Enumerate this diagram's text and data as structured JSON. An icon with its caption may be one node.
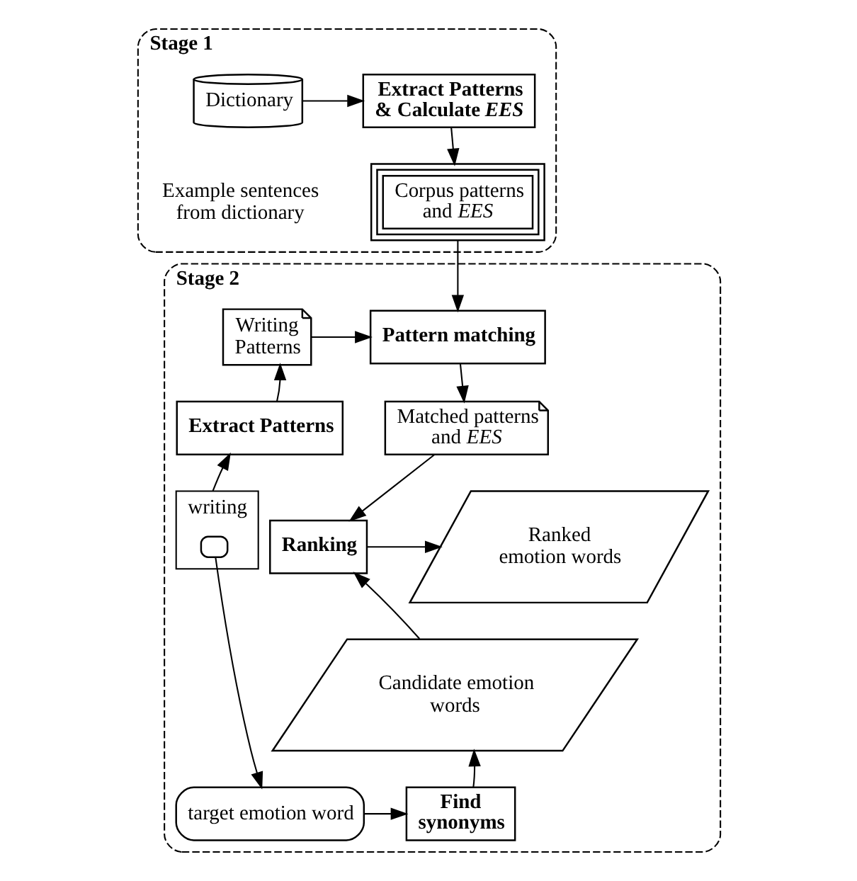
{
  "diagram": {
    "nodes": [
      {
        "text": [
          "Stage 1"
        ]
      },
      {
        "text": [
          "Dictionary"
        ],
        "beside": [
          "Example sentences from dictionary"
        ],
        "in": 0
      },
      {
        "text": [
          "Extract Patterns & Calculate *EES*"
        ],
        "in": 0
      },
      {
        "text": [
          "Corpus patterns and *EES*"
        ],
        "in": 0
      },
      {
        "text": [
          "Stage 2"
        ]
      },
      {
        "text": [
          "Writing Patterns"
        ],
        "in": 4
      },
      {
        "text": [
          "Pattern matching"
        ],
        "in": 4
      },
      {
        "text": [
          "Extract Patterns"
        ],
        "in": 4
      },
      {
        "text": [
          "Matched patterns and *EES*"
        ],
        "in": 4
      },
      {
        "text": [
          "writing"
        ],
        "in": 4
      },
      {
        "text": [],
        "shape": "box",
        "in": 9
      },
      {
        "text": [
          "Ranking"
        ],
        "in": 4
      },
      {
        "text": [
          "Ranked emotion words"
        ],
        "in": 4
      },
      {
        "text": [
          "Candidate emotion words"
        ],
        "in": 4
      },
      {
        "text": [
          "target emotion word"
        ],
        "in": 4
      },
      {
        "text": [
          "Find synonyms"
        ],
        "in": 4
      }
    ],
    "edges": [
      {
        "from": 1,
        "to": 2,
        "arrow": "to"
      },
      {
        "from": 2,
        "to": 3,
        "arrow": "to"
      },
      {
        "from": 3,
        "to": 6,
        "arrow": "to"
      },
      {
        "from": 5,
        "to": 6,
        "arrow": "to"
      },
      {
        "from": 6,
        "to": 8,
        "arrow": "to"
      },
      {
        "from": 7,
        "to": 5,
        "arrow": "to"
      },
      {
        "from": 9,
        "to": 7,
        "arrow": "to"
      },
      {
        "from": 10,
        "to": 14,
        "arrow": "to"
      },
      {
        "from": 14,
        "to": 15,
        "arrow": "to"
      },
      {
        "from": 15,
        "to": 13,
        "arrow": "to"
      },
      {
        "from": 13,
        "to": 11,
        "arrow": "to"
      },
      {
        "from": 8,
        "to": 11,
        "arrow": "to"
      },
      {
        "from": 11,
        "to": 12,
        "arrow": "to"
      }
    ]
  }
}
